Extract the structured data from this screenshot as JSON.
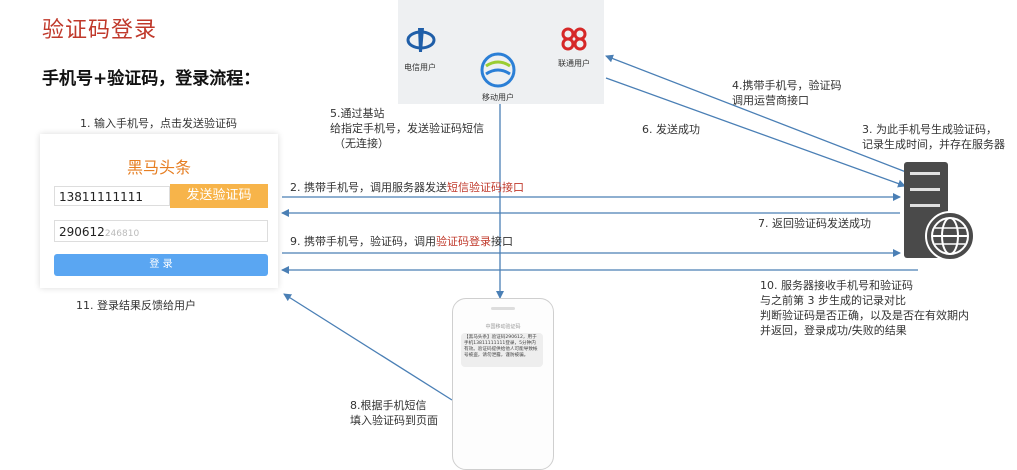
{
  "title": "验证码登录",
  "subtitle": "手机号+验证码，登录流程：",
  "carriers": {
    "telecom": "电信用户",
    "mobile": "移动用户",
    "unicom": "联通用户"
  },
  "login": {
    "brand": "黑马头条",
    "phone_value": "13811111111",
    "send_button": "发送验证码",
    "code_value": "290612",
    "code_placeholder": "246810",
    "login_button": "登 录"
  },
  "phone_sms": {
    "sender": "中国移动验证码",
    "body": "【黑马头条】验证码290612，用于手机13811111111登录，5分钟内有效。验证码提供给他人可能导致帐号被盗，请勿泄露，谨防被骗。"
  },
  "steps": {
    "s1": "1. 输入手机号，点击发送验证码",
    "s2_prefix": "2. 携带手机号，调用服务器发送",
    "s2_highlight": "短信验证码接口",
    "s3_line1": "3. 为此手机号生成验证码，",
    "s3_line2": "记录生成时间，并存在服务器",
    "s4_line1": "4.携带手机号，验证码",
    "s4_line2": "调用运营商接口",
    "s5_line1": "5.通过基站",
    "s5_line2": "给指定手机号，发送验证码短信",
    "s5_line3": "（无连接）",
    "s6": "6. 发送成功",
    "s7": "7. 返回验证码发送成功",
    "s8_line1": "8.根据手机短信",
    "s8_line2": "填入验证码到页面",
    "s9_prefix": "9. 携带手机号，验证码，调用",
    "s9_highlight": "验证码登录",
    "s9_suffix": "接口",
    "s10_line1": "10. 服务器接收手机号和验证码",
    "s10_line2": "与之前第 3 步生成的记录对比",
    "s10_line3": "判断验证码是否正确，以及是否在有效期内",
    "s10_line4": "并返回，登录成功/失败的结果",
    "s11": "11. 登录结果反馈给用户"
  },
  "colors": {
    "arrow": "#4a7fb5",
    "highlight": "#c0392b",
    "accent": "#f7b44a",
    "login_button": "#5aa6f2",
    "server": "#4a4a4a"
  },
  "icons": [
    "telecom-logo-icon",
    "china-mobile-logo-icon",
    "unicom-logo-icon",
    "server-icon",
    "globe-icon",
    "smartphone-icon"
  ]
}
